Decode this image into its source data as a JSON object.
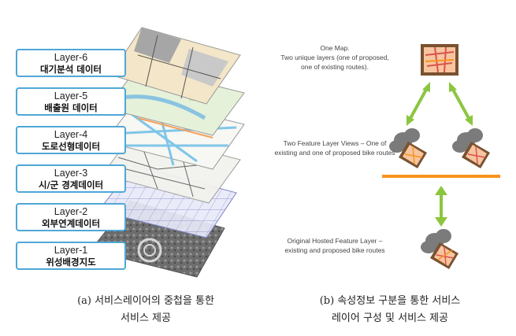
{
  "left_diagram": {
    "layers": [
      {
        "name": "Layer-6",
        "desc": "대기분석 데이터"
      },
      {
        "name": "Layer-5",
        "desc": "배출원 데이터"
      },
      {
        "name": "Layer-4",
        "desc": "도로선형데이터"
      },
      {
        "name": "Layer-3",
        "desc": "시/군 경계데이터"
      },
      {
        "name": "Layer-2",
        "desc": "외부연계데이터"
      },
      {
        "name": "Layer-1",
        "desc": "위성배경지도"
      }
    ],
    "caption_line1": "(a) 서비스레이어의 중첩을 통한",
    "caption_line2": "서비스 제공"
  },
  "right_diagram": {
    "one_map_title": "One Map.",
    "one_map_desc": "Two unique layers (one of proposed, one of existing routes).",
    "feature_views_text": "Two Feature Layer Views – One of existing and one of proposed bike routes",
    "hosted_layer_text": "Original Hosted Feature Layer – existing and proposed bike routes",
    "caption_line1": "(b) 속성정보 구분을 통한 서비스",
    "caption_line2": "레이어 구성 및 서비스 제공",
    "colors": {
      "arrow": "#8cc63f",
      "bar": "#f7941d",
      "map_frame": "#7a5230"
    }
  }
}
